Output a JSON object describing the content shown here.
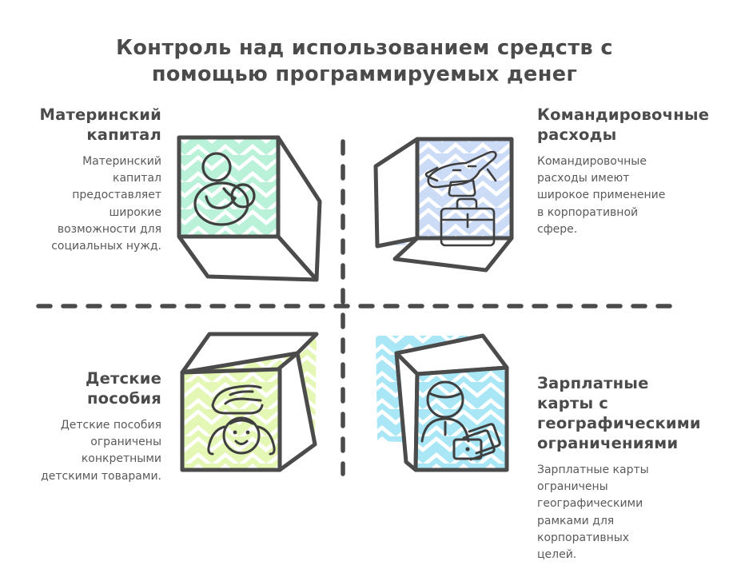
{
  "page": {
    "title": "Контроль над использованием средств с помощью программируемых денег",
    "background_color": "#ffffff",
    "ink_color": "#4b4b4b",
    "body_text_color": "#5a5a5a"
  },
  "divider": {
    "color": "#4b4b4b",
    "style": "dashed-cross"
  },
  "quadrants": [
    {
      "id": "maternity-capital",
      "position": "top-left",
      "align": "right",
      "heading": "Материнский капитал",
      "body": "Материнский капитал предоставляет широкие возможности для социальных нужд.",
      "fill_color": "#b9f2d8",
      "icon": "mother-and-child-icon",
      "fold": "front-left"
    },
    {
      "id": "business-travel-expenses",
      "position": "top-right",
      "align": "left",
      "heading": "Командировочные расходы",
      "body": "Командировочные расходы имеют широкое применение в корпоративной сфере.",
      "fill_color": "#ccdcf7",
      "icon": "airplane-and-briefcase-icon",
      "fold": "front-right"
    },
    {
      "id": "child-benefits",
      "position": "bottom-left",
      "align": "right",
      "heading": "Детские пособия",
      "body": "Детские пособия ограничены конкретными детскими товарами.",
      "fill_color": "#e4f7b5",
      "icon": "hand-over-baby-icon",
      "fold": "front-left-up"
    },
    {
      "id": "geo-restricted-payroll-cards",
      "position": "bottom-right",
      "align": "left",
      "heading": "Зарплатные карты с географическими ограничениями",
      "body": "Зарплатные карты ограничены географическими рамками для корпоративных целей.",
      "fill_color": "#a9e7f7",
      "icon": "employee-with-cards-icon",
      "fold": "front-right-up"
    }
  ]
}
